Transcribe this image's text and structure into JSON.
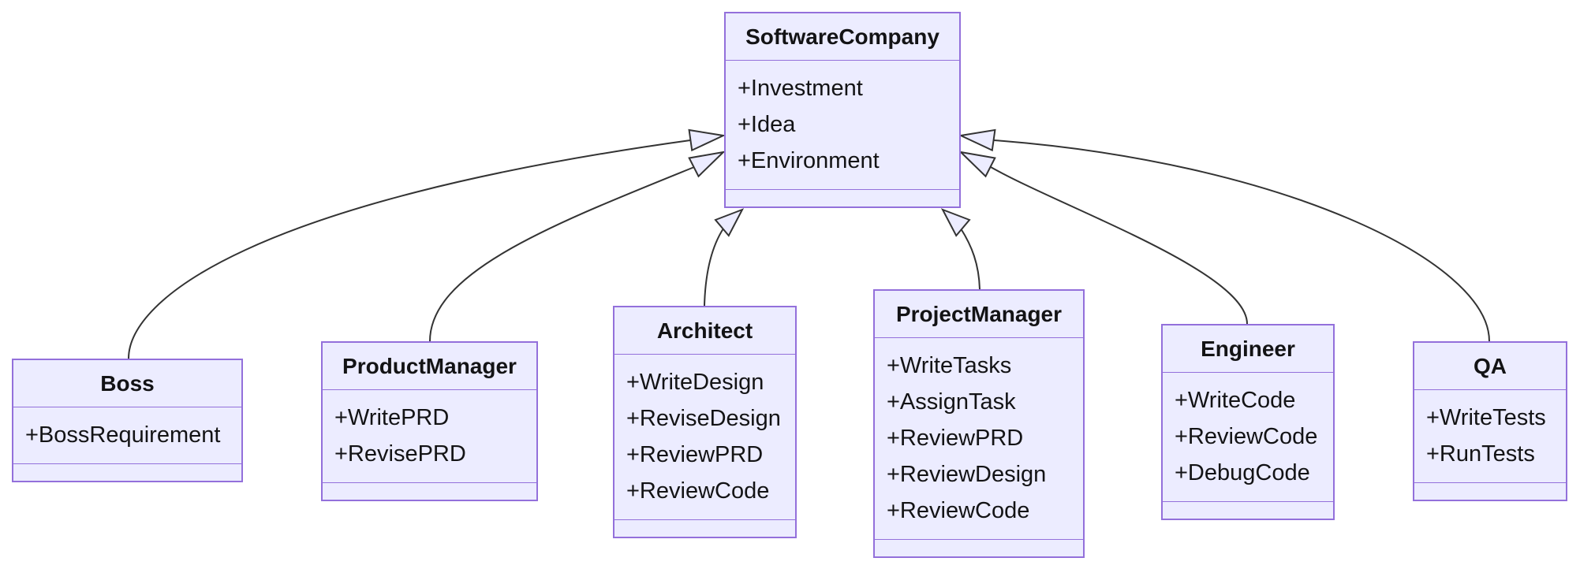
{
  "diagram": {
    "kind": "uml-class-diagram",
    "colors": {
      "box_fill": "#ECECFF",
      "box_border": "#9370DB",
      "edge_stroke": "#333333",
      "text": "#131315",
      "background": "#ffffff"
    },
    "classes": [
      {
        "id": "software-company",
        "name": "SoftwareCompany",
        "attributes": [
          "+Investment",
          "+Idea",
          "+Environment"
        ],
        "methods": []
      },
      {
        "id": "boss",
        "name": "Boss",
        "attributes": [
          "+BossRequirement"
        ],
        "methods": []
      },
      {
        "id": "product-manager",
        "name": "ProductManager",
        "attributes": [
          "+WritePRD",
          "+RevisePRD"
        ],
        "methods": []
      },
      {
        "id": "architect",
        "name": "Architect",
        "attributes": [
          "+WriteDesign",
          "+ReviseDesign",
          "+ReviewPRD",
          "+ReviewCode"
        ],
        "methods": []
      },
      {
        "id": "project-manager",
        "name": "ProjectManager",
        "attributes": [
          "+WriteTasks",
          "+AssignTask",
          "+ReviewPRD",
          "+ReviewDesign",
          "+ReviewCode"
        ],
        "methods": []
      },
      {
        "id": "engineer",
        "name": "Engineer",
        "attributes": [
          "+WriteCode",
          "+ReviewCode",
          "+DebugCode"
        ],
        "methods": []
      },
      {
        "id": "qa",
        "name": "QA",
        "attributes": [
          "+WriteTests",
          "+RunTests"
        ],
        "methods": []
      }
    ],
    "relations": [
      {
        "child": "Boss",
        "parent": "SoftwareCompany",
        "type": "inheritance"
      },
      {
        "child": "ProductManager",
        "parent": "SoftwareCompany",
        "type": "inheritance"
      },
      {
        "child": "Architect",
        "parent": "SoftwareCompany",
        "type": "inheritance"
      },
      {
        "child": "ProjectManager",
        "parent": "SoftwareCompany",
        "type": "inheritance"
      },
      {
        "child": "Engineer",
        "parent": "SoftwareCompany",
        "type": "inheritance"
      },
      {
        "child": "QA",
        "parent": "SoftwareCompany",
        "type": "inheritance"
      }
    ]
  }
}
